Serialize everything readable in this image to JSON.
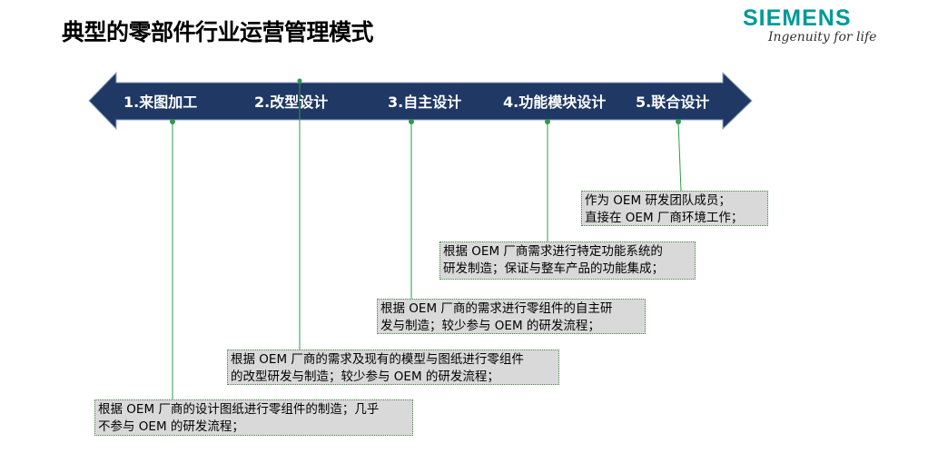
{
  "title": "典型的零部件行业运营管理模式",
  "logo": {
    "brand": "SIEMENS",
    "tagline": "Ingenuity for life"
  },
  "colors": {
    "arrow": "#1f3864",
    "brand": "#009999",
    "connector": "#2e9a4a",
    "box": "#d9d9d9"
  },
  "stages": [
    {
      "label": "1.来图加工",
      "desc": [
        "根据 OEM 厂商的设计图纸进行零组件的制造；几乎",
        "不参与 OEM 的研发流程；"
      ]
    },
    {
      "label": "2.改型设计",
      "desc": [
        "根据 OEM 厂商的需求及现有的模型与图纸进行零组件",
        "的改型研发与制造；较少参与 OEM 的研发流程；"
      ]
    },
    {
      "label": "3.自主设计",
      "desc": [
        "根据 OEM 厂商的需求进行零组件的自主研",
        "发与制造；较少参与 OEM 的研发流程；"
      ]
    },
    {
      "label": "4.功能模块设计",
      "desc": [
        "根据 OEM 厂商需求进行特定功能系统的",
        "研发制造；保证与整车产品的功能集成；"
      ]
    },
    {
      "label": "5.联合设计",
      "desc": [
        "作为 OEM 研发团队成员；",
        "直接在 OEM 厂商环境工作；"
      ]
    }
  ]
}
